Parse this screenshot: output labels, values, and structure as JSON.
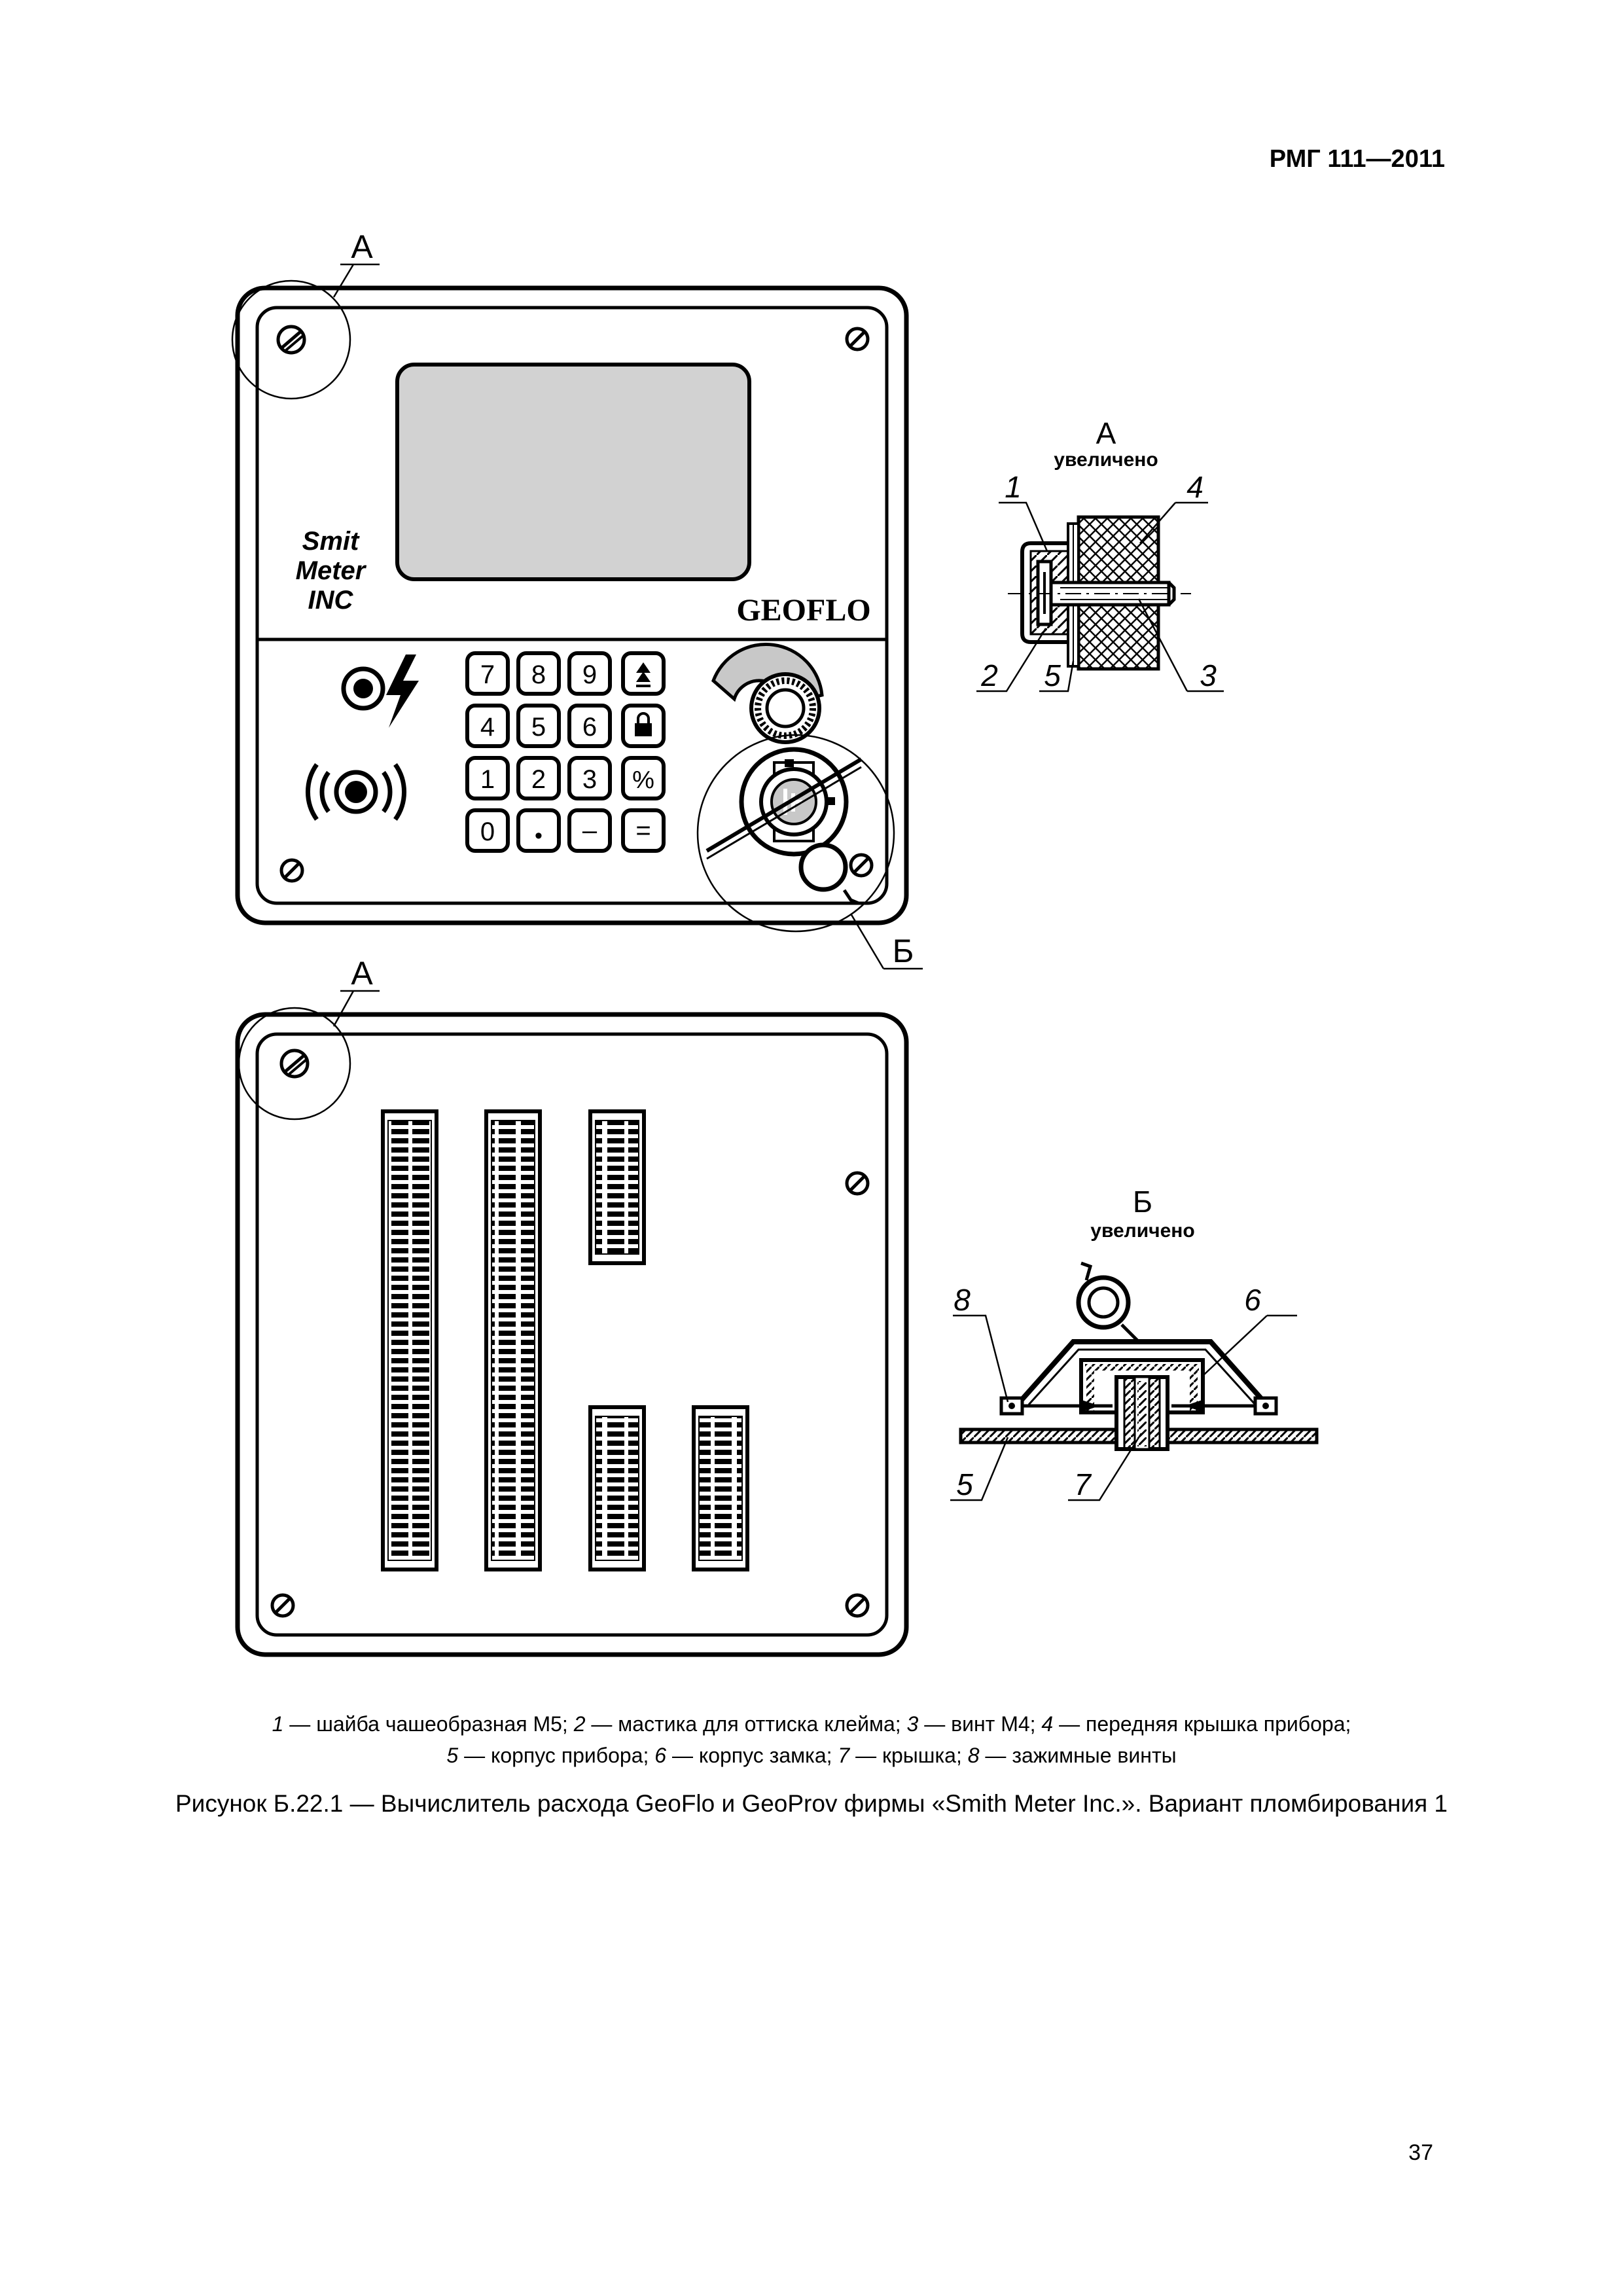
{
  "header": {
    "doc_code": "РМГ 111—2011"
  },
  "front_panel": {
    "brand_lines": [
      "Smit",
      "Meter",
      "INC"
    ],
    "model_label": "GEOFLO",
    "keypad": [
      [
        "7",
        "8",
        "9",
        "▲"
      ],
      [
        "4",
        "5",
        "6",
        "lock-icon"
      ],
      [
        "1",
        "2",
        "3",
        "%"
      ],
      [
        "0",
        "•",
        "–",
        "="
      ]
    ],
    "callout_a": "А",
    "callout_b": "Б"
  },
  "rear_panel": {
    "callout_a": "А"
  },
  "detail_a": {
    "title": "А",
    "subtitle": "увеличено",
    "labels": [
      "1",
      "4",
      "2",
      "5",
      "3"
    ]
  },
  "detail_b": {
    "title": "Б",
    "subtitle": "увеличено",
    "labels": [
      "8",
      "6",
      "5",
      "7"
    ]
  },
  "legend": {
    "items": [
      {
        "num": "1",
        "text": "шайба чашеобразная М5"
      },
      {
        "num": "2",
        "text": "мастика для оттиска клейма"
      },
      {
        "num": "3",
        "text": "винт М4"
      },
      {
        "num": "4",
        "text": "передняя крышка прибора"
      },
      {
        "num": "5",
        "text": "корпус прибора"
      },
      {
        "num": "6",
        "text": "корпус замка"
      },
      {
        "num": "7",
        "text": "крышка"
      },
      {
        "num": "8",
        "text": "зажимные винты"
      }
    ]
  },
  "caption": "Рисунок Б.22.1 — Вычислитель расхода GeoFlo и GeoProv фирмы «Smith Meter Inc.». Вариант пломбирования 1",
  "page_number": "37"
}
